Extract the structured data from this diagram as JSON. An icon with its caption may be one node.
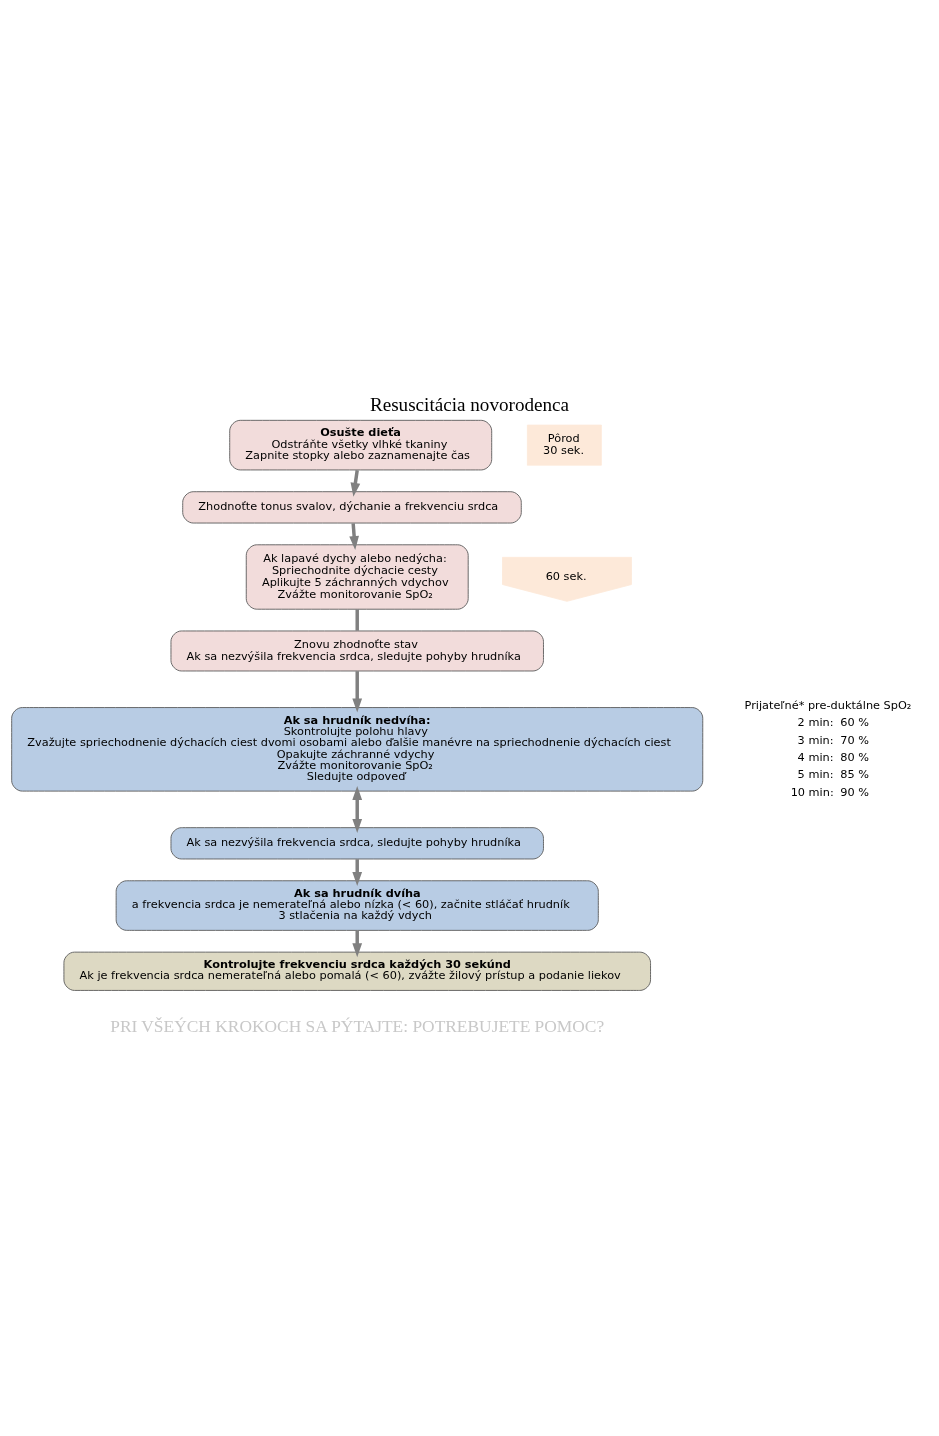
{
  "diagram": {
    "title": "Resuscitácia novorodenca",
    "nodes": [
      {
        "text": [
          "Osušte dieťa",
          "Odstráňte všetky vlhké tkaniny",
          "Zapnite stopky alebo zaznamenajte čas"
        ]
      },
      {
        "text": [
          "Zhodnoťte tonus svalov, dýchanie a frekvenciu srdca"
        ]
      },
      {
        "text": [
          "Ak lapavé dychy alebo nedýcha:",
          "Spriechodnite dýchacie cesty",
          "Aplikujte 5 záchranných vdychov",
          "Zvážte monitorovanie SpO₂"
        ]
      },
      {
        "text": [
          "Znovu zhodnoťte stav",
          "Ak sa nezvýšila frekvencia srdca, sledujte pohyby hrudníka"
        ]
      },
      {
        "text": [
          "Ak sa hrudník nedvíha:",
          "Skontrolujte polohu hlavy",
          "Zvažujte spriechodnenie dýchacích ciest dvomi osobami alebo ďalšie manévre na spriechodnenie dýchacích ciest",
          "Opakujte záchranné vdychy",
          "Zvážte monitorovanie SpO₂",
          "Sledujte odpoveď"
        ]
      },
      {
        "text": [
          "Ak sa nezvýšila frekvencia srdca, sledujte pohyby hrudníka"
        ]
      },
      {
        "text": [
          "Ak sa hrudník dvíha",
          "a frekvencia srdca je nemerateľná alebo nízka (< 60), začnite stláčať hrudník",
          "3 stlačenia na každý vdych"
        ]
      },
      {
        "text": [
          "Kontrolujte frekvenciu srdca každých 30 sekúnd",
          "Ak je frekvencia srdca nemerateľná alebo pomalá (< 60), zvážte žilový prístup a podanie liekov"
        ]
      },
      {
        "text": [
          "Pôrod",
          "30 sek."
        ]
      },
      {
        "text": [
          "60 sek."
        ]
      }
    ],
    "edges": [
      {
        "from": 0,
        "to": 1,
        "arrow": "to"
      },
      {
        "from": 1,
        "to": 2,
        "arrow": "to"
      },
      {
        "from": 2,
        "to": 3,
        "arrow": "none"
      },
      {
        "from": 3,
        "to": 4,
        "arrow": "to"
      },
      {
        "from": 4,
        "to": 5,
        "arrow": "both"
      },
      {
        "from": 5,
        "to": 6,
        "arrow": "to"
      },
      {
        "from": 6,
        "to": 7,
        "arrow": "to"
      }
    ],
    "labels": [
      "PRI VŠEÝCH KROKOCH SA PÝTAJTE: POTREBUJETE POMOC?",
      "Prijateľné* pre-duktálne SpO₂",
      "2 min:",
      "60 %",
      "3 min:",
      "70 %",
      "4 min:",
      "80 %",
      "5 min:",
      "85 %",
      "10 min:",
      "90 %"
    ]
  }
}
